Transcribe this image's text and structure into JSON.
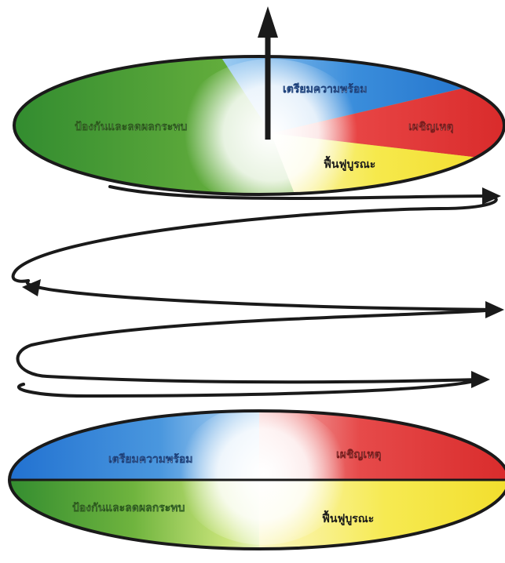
{
  "top_cycle": {
    "prevention": "ป้องกันและลดผลกระทบ",
    "preparedness": "เตรียมความพร้อม",
    "response": "เผชิญเหตุ",
    "recovery": "ฟื้นฟูบูรณะ"
  },
  "bottom_cycle": {
    "prevention": "ป้องกันและลดผลกระทบ",
    "preparedness": "เตรียมความพร้อม",
    "response": "เผชิญเหตุ",
    "recovery": "ฟื้นฟูบูรณะ"
  },
  "colors": {
    "prevention": "#3c9a3a",
    "preparedness": "#2f7fd6",
    "response": "#e23a3a",
    "recovery": "#f2e43a",
    "outline": "#1a1a1a"
  }
}
